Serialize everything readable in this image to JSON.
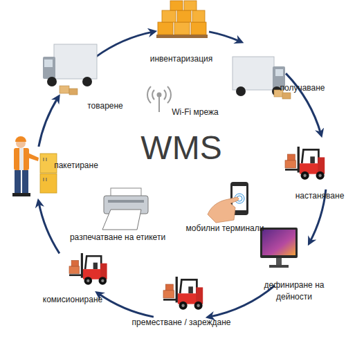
{
  "diagram": {
    "nodes": [
      {
        "text": [
          "инвентаризация"
        ]
      },
      {
        "text": [
          "получаване"
        ]
      },
      {
        "text": [
          "настаняване"
        ]
      },
      {
        "text": [
          "дефиниране на дейности"
        ]
      },
      {
        "text": [
          "преместване / зареждане"
        ]
      },
      {
        "text": [
          "комисиониране"
        ]
      },
      {
        "text": [
          "пакетиране"
        ]
      },
      {
        "text": [
          "товарене"
        ]
      }
    ],
    "edges": [
      {
        "from": 0,
        "to": 1,
        "arrow": "to"
      },
      {
        "from": 1,
        "to": 2,
        "arrow": "to"
      },
      {
        "from": 2,
        "to": 3,
        "arrow": "to"
      },
      {
        "from": 3,
        "to": 4,
        "arrow": "to"
      },
      {
        "from": 4,
        "to": 5,
        "arrow": "to"
      },
      {
        "from": 5,
        "to": 6,
        "arrow": "to"
      },
      {
        "from": 6,
        "to": 7,
        "arrow": "to"
      },
      {
        "from": 7,
        "to": 0,
        "arrow": "to"
      }
    ],
    "labels": [
      "WMS",
      "Wi-Fi мрежа",
      "мобилни терминали",
      "разпечатване на етикети"
    ]
  }
}
